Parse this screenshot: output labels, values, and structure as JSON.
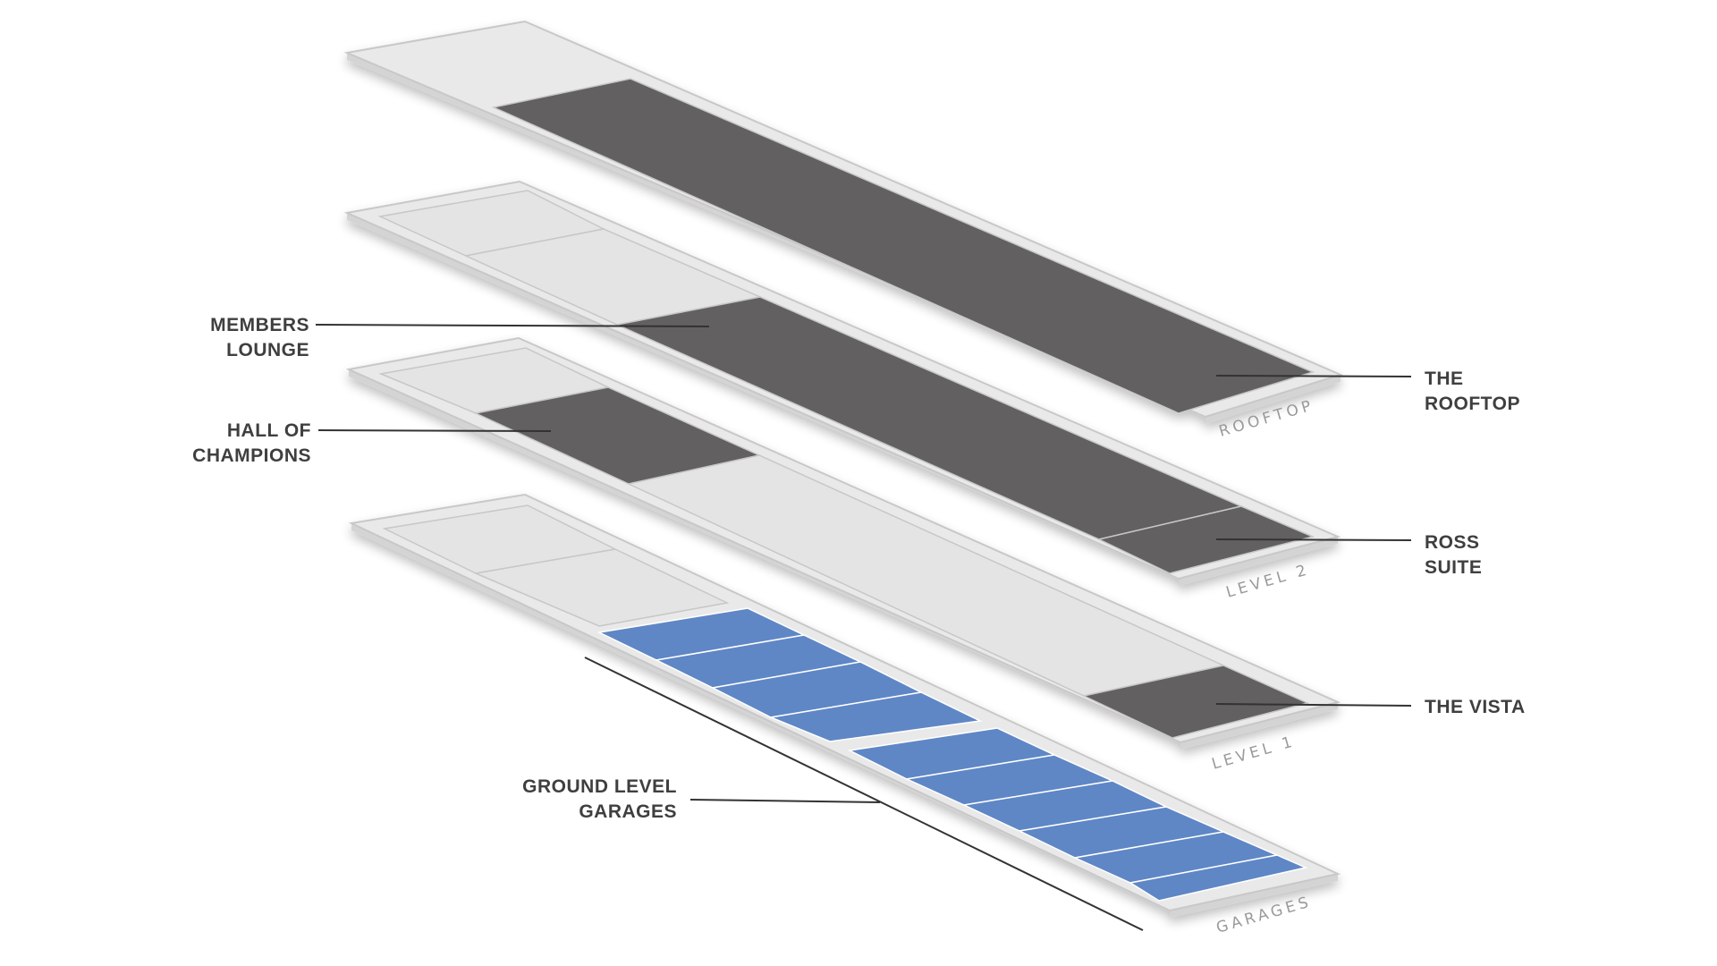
{
  "levels": [
    {
      "key": "rooftop",
      "label": "ROOFTOP"
    },
    {
      "key": "level2",
      "label": "LEVEL 2"
    },
    {
      "key": "level1",
      "label": "LEVEL 1"
    },
    {
      "key": "garages",
      "label": "GARAGES"
    }
  ],
  "callouts": {
    "members_lounge": {
      "line1": "MEMBERS",
      "line2": "LOUNGE"
    },
    "hall_of_champions": {
      "line1": "HALL OF",
      "line2": "CHAMPIONS"
    },
    "ground_level_garages": {
      "line1": "GROUND LEVEL",
      "line2": "GARAGES"
    },
    "the_rooftop": {
      "line1": "THE",
      "line2": "ROOFTOP"
    },
    "ross_suite": {
      "line1": "ROSS",
      "line2": "SUITE"
    },
    "the_vista": {
      "line1": "THE VISTA"
    }
  },
  "colors": {
    "venue": "#626161",
    "empty": "#e4e4e4",
    "garage": "#5f87c6",
    "slab": "#e9e9e9"
  }
}
